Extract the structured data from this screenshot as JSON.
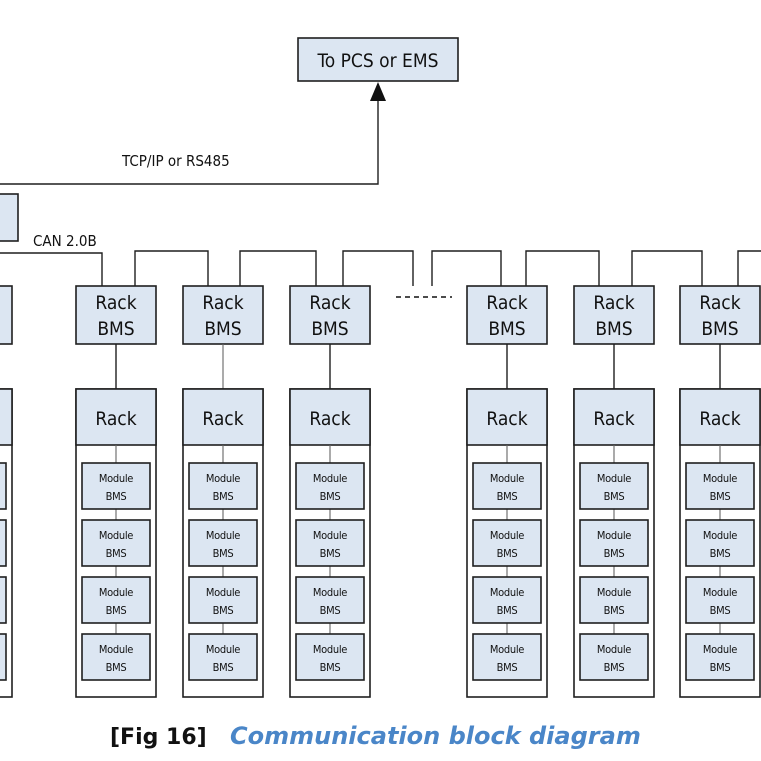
{
  "top_box": {
    "label": "To PCS or EMS"
  },
  "links": {
    "uplink_label": "TCP/IP or RS485",
    "can_label": "CAN 2.0B"
  },
  "rack_bms_label": [
    "Rack",
    "BMS"
  ],
  "rack_label": "Rack",
  "module_bms_label": [
    "Module",
    "BMS"
  ],
  "modules_per_rack": 4,
  "rack_columns": 6,
  "caption": {
    "number": "[Fig 16]",
    "title": "Communication block diagram"
  },
  "colors": {
    "box_fill": "#dce6f2",
    "line": "#1f1f1f",
    "caption_title": "#4a86c8"
  }
}
